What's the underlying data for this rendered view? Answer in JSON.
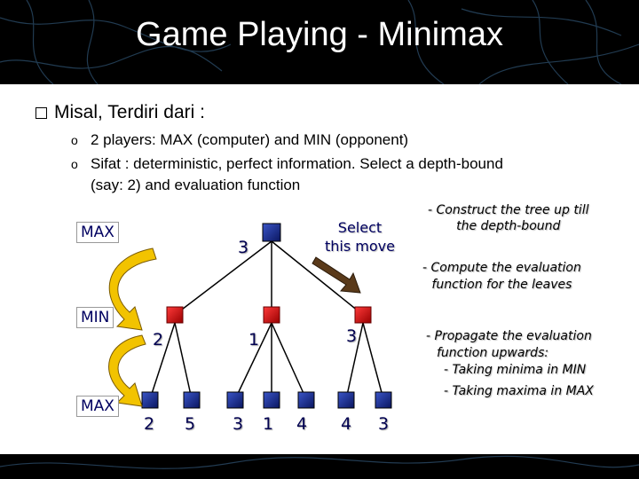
{
  "title": "Game Playing - Minimax",
  "bullet": "Misal, Terdiri dari :",
  "subbullets": [
    "2 players:  MAX (computer) and MIN (opponent)",
    "Sifat  :  deterministic,  perfect  information.  Select  a  depth-bound"
  ],
  "subbullet_cont": "(say: 2) and evaluation function",
  "sub_marker": "o",
  "tree": {
    "level_labels": [
      "MAX",
      "MIN",
      "MAX"
    ],
    "select_move": [
      "Select",
      "this move"
    ],
    "root_value": "3",
    "min_values": [
      "2",
      "1",
      "3"
    ],
    "leaf_values": [
      "2",
      "5",
      "3",
      "1",
      "4",
      "4",
      "3"
    ]
  },
  "notes": {
    "construct": [
      "- Construct the tree up till",
      "the depth-bound"
    ],
    "compute": [
      "- Compute the evaluation",
      "function for the leaves"
    ],
    "propagate": [
      "- Propagate the evaluation",
      "function upwards:",
      "- Taking minima in MIN",
      "- Taking maxima in MAX"
    ]
  },
  "colors": {
    "max_node": "#1a2a8a",
    "min_node": "#cc1111",
    "arrow_fill": "#f2c300",
    "select_arrow": "#5a3a1a"
  }
}
